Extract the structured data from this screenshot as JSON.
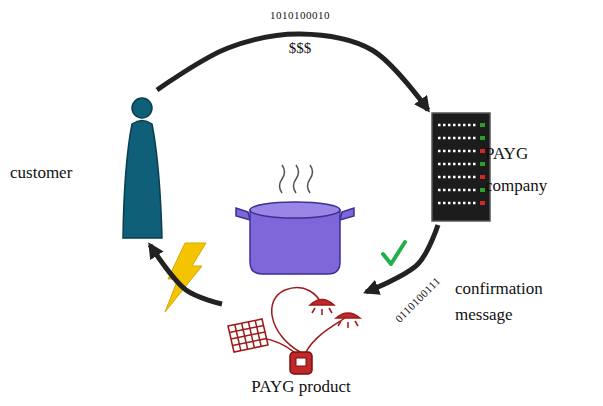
{
  "diagram": {
    "nodes": [
      {
        "text": [
          "customer"
        ]
      },
      {
        "text": [
          "PAYG company"
        ]
      },
      {
        "text": [
          "PAYG product"
        ]
      }
    ],
    "edges": [
      {
        "from": 0,
        "to": 1,
        "arrow": "to",
        "label": "1010100010"
      },
      {
        "from": 1,
        "to": 2,
        "arrow": "to",
        "label": "confirmation message"
      },
      {
        "from": 2,
        "to": 0,
        "arrow": "to"
      }
    ],
    "labels": [
      "$$$",
      "0110100111"
    ]
  }
}
